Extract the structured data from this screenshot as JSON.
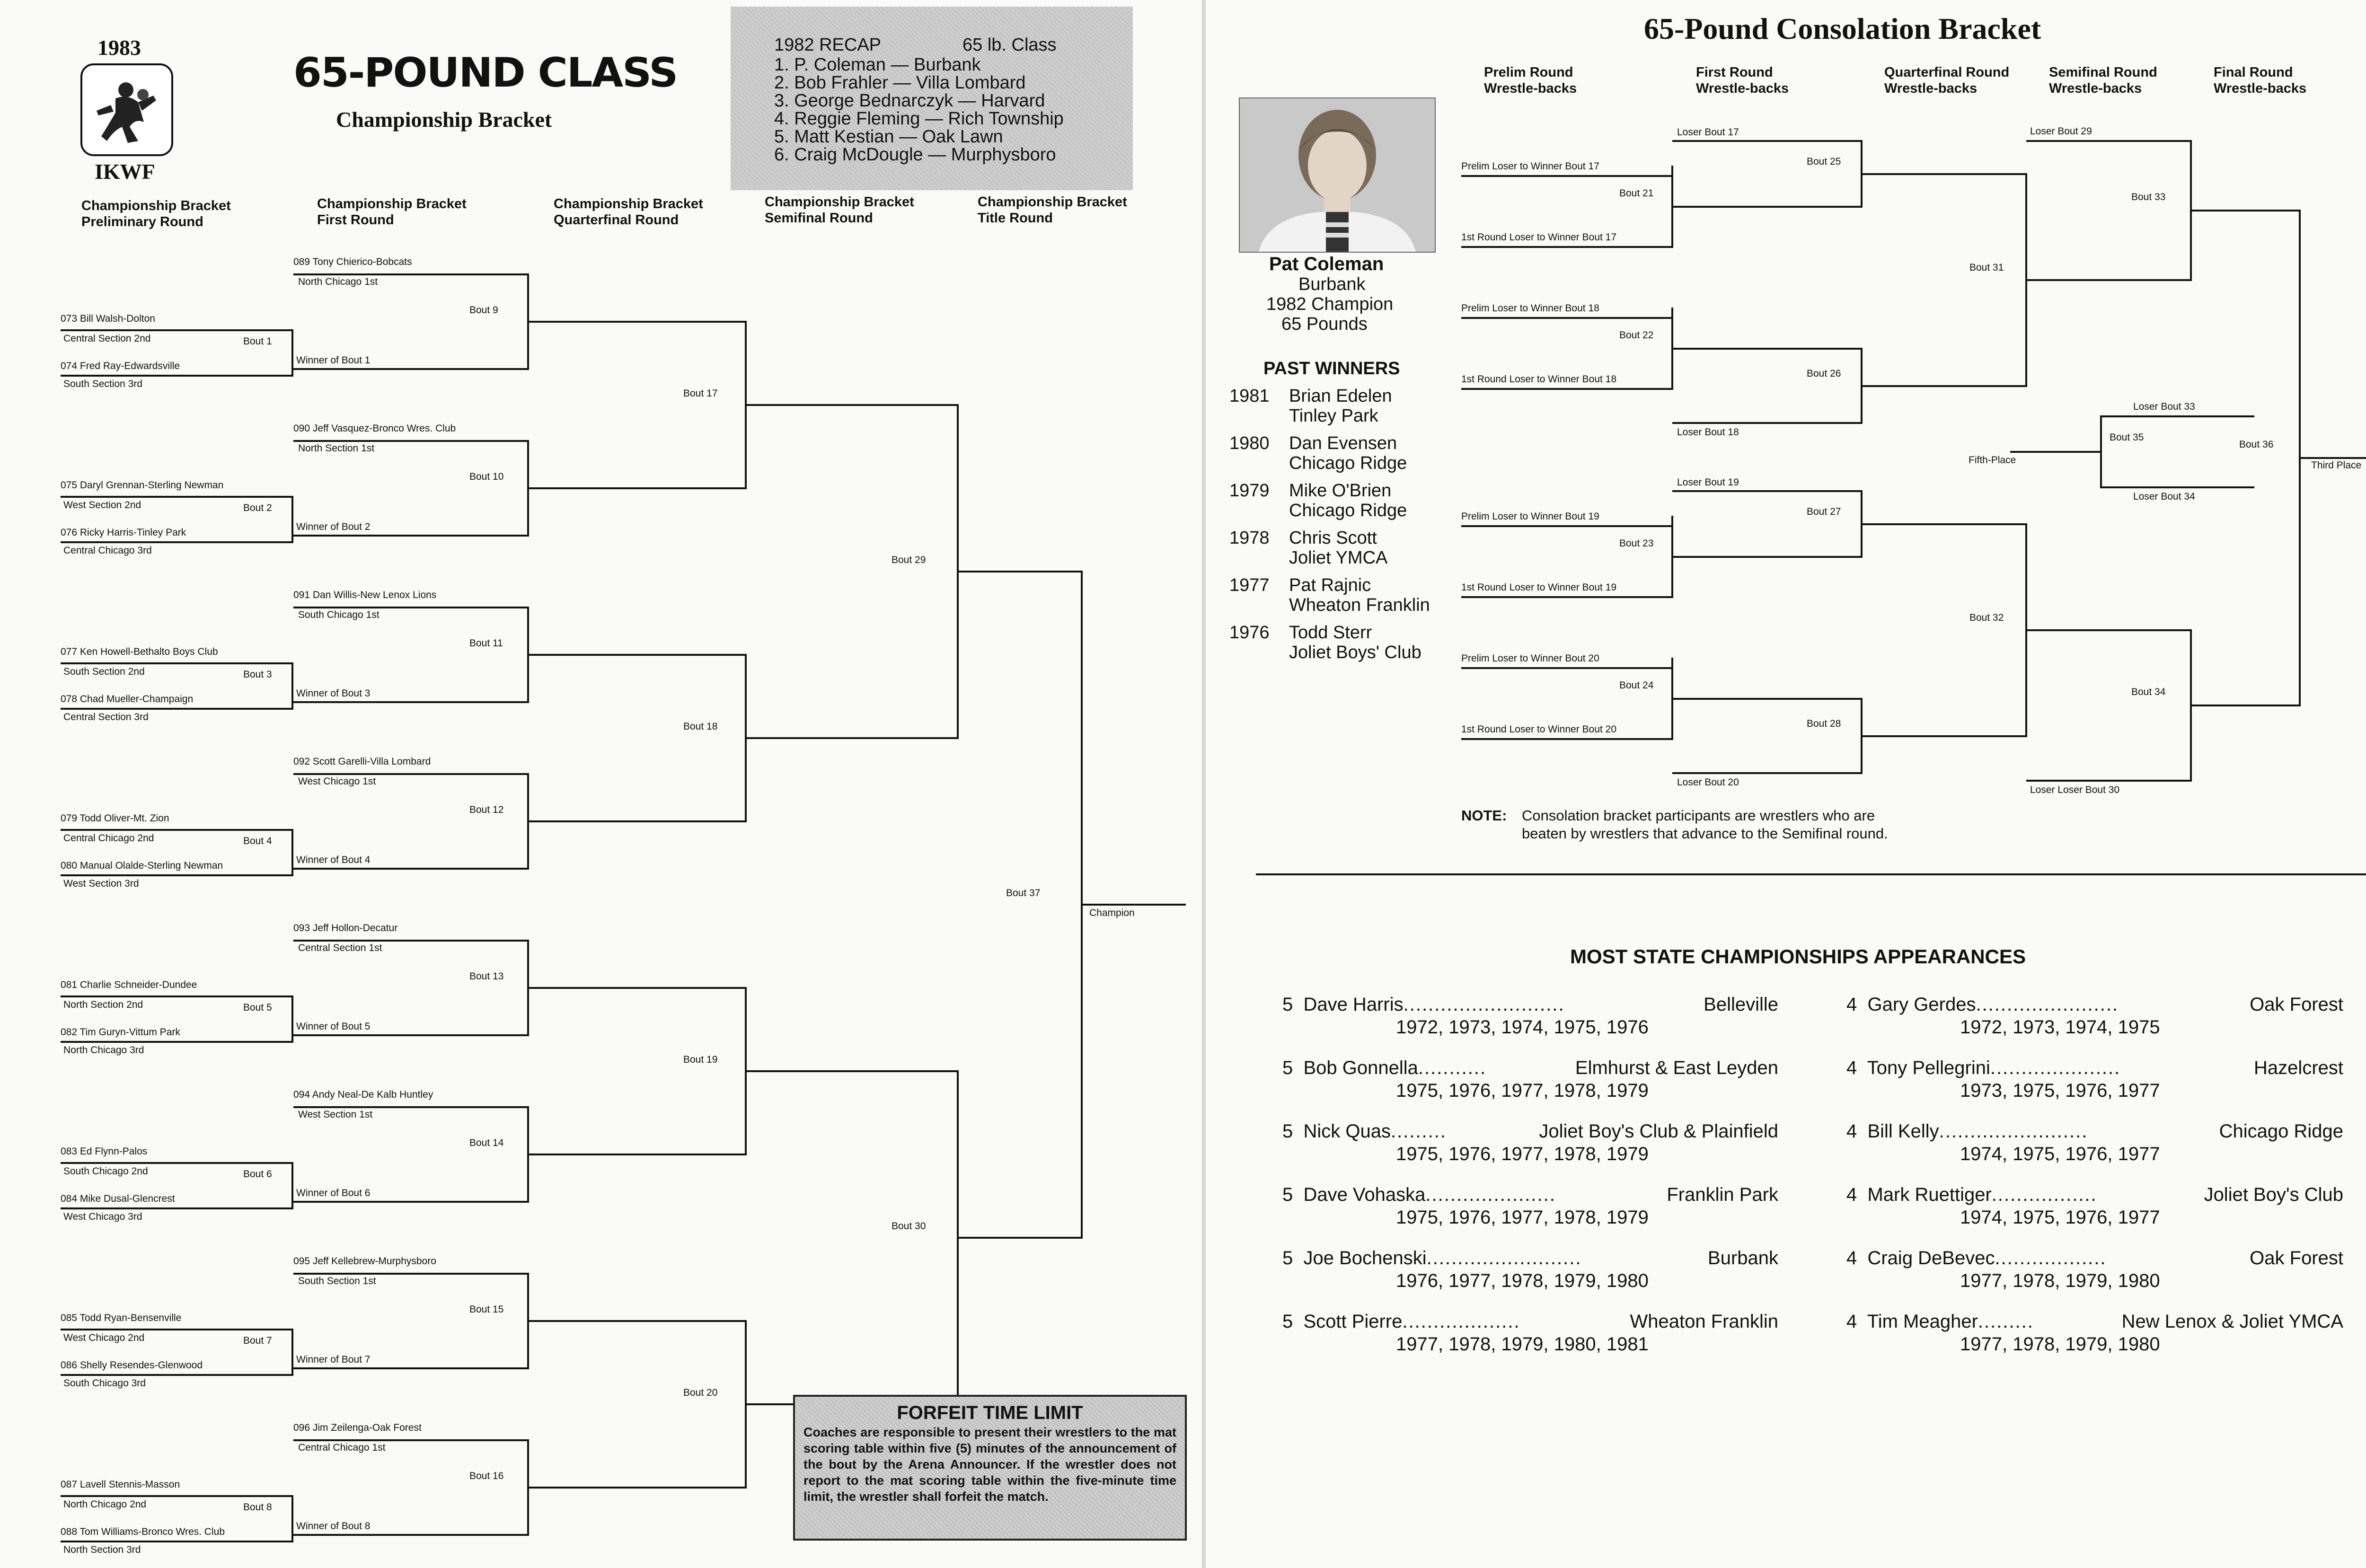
{
  "left": {
    "year": "1983",
    "org": "IKWF",
    "title": "65-POUND CLASS",
    "subtitle": "Championship Bracket",
    "recap": {
      "title": "1982 RECAP",
      "class": "65 lb. Class",
      "places": [
        "1. P. Coleman — Burbank",
        "2. Bob Frahler — Villa Lombard",
        "3. George Bednarczyk — Harvard",
        "4. Reggie Fleming — Rich Township",
        "5. Matt Kestian — Oak Lawn",
        "6. Craig McDougle — Murphysboro"
      ]
    },
    "round_headers": [
      [
        "Championship Bracket",
        "Preliminary Round"
      ],
      [
        "Championship Bracket",
        "First Round"
      ],
      [
        "Championship Bracket",
        "Quarterfinal Round"
      ],
      [
        "Championship Bracket",
        "Semifinal Round"
      ],
      [
        "Championship Bracket",
        "Title Round"
      ]
    ],
    "prelim": [
      {
        "a": "073 Bill Walsh-Dolton",
        "a2": "Central Section 2nd",
        "b": "074 Fred Ray-Edwardsville",
        "b2": "South Section 3rd",
        "bout": "Bout 1",
        "winner": "Winner of Bout 1"
      },
      {
        "a": "075 Daryl Grennan-Sterling Newman",
        "a2": "West Section 2nd",
        "b": "076 Ricky Harris-Tinley Park",
        "b2": "Central Chicago 3rd",
        "bout": "Bout 2",
        "winner": "Winner of Bout 2"
      },
      {
        "a": "077 Ken Howell-Bethalto Boys Club",
        "a2": "South Section 2nd",
        "b": "078 Chad Mueller-Champaign",
        "b2": "Central Section 3rd",
        "bout": "Bout 3",
        "winner": "Winner of Bout 3"
      },
      {
        "a": "079 Todd Oliver-Mt. Zion",
        "a2": "Central Chicago 2nd",
        "b": "080 Manual Olalde-Sterling Newman",
        "b2": "West Section 3rd",
        "bout": "Bout 4",
        "winner": "Winner of Bout 4"
      },
      {
        "a": "081 Charlie Schneider-Dundee",
        "a2": "North Section 2nd",
        "b": "082 Tim Guryn-Vittum Park",
        "b2": "North Chicago 3rd",
        "bout": "Bout 5",
        "winner": "Winner of Bout 5"
      },
      {
        "a": "083 Ed Flynn-Palos",
        "a2": "South Chicago 2nd",
        "b": "084 Mike Dusal-Glencrest",
        "b2": "West Chicago 3rd",
        "bout": "Bout 6",
        "winner": "Winner of Bout 6"
      },
      {
        "a": "085 Todd Ryan-Bensenville",
        "a2": "West Chicago 2nd",
        "b": "086 Shelly Resendes-Glenwood",
        "b2": "South Chicago 3rd",
        "bout": "Bout 7",
        "winner": "Winner of Bout 7"
      },
      {
        "a": "087 Lavell Stennis-Masson",
        "a2": "North Chicago 2nd",
        "b": "088 Tom Williams-Bronco Wres. Club",
        "b2": "North Section 3rd",
        "bout": "Bout 8",
        "winner": "Winner of Bout 8"
      }
    ],
    "seeds": [
      {
        "name": "089 Tony Chierico-Bobcats",
        "sub": "North Chicago 1st",
        "bout": "Bout 9"
      },
      {
        "name": "090 Jeff Vasquez-Bronco Wres. Club",
        "sub": "North Section 1st",
        "bout": "Bout 10"
      },
      {
        "name": "091 Dan Willis-New Lenox Lions",
        "sub": "South Chicago 1st",
        "bout": "Bout 11"
      },
      {
        "name": "092 Scott Garelli-Villa Lombard",
        "sub": "West Chicago 1st",
        "bout": "Bout 12"
      },
      {
        "name": "093 Jeff Hollon-Decatur",
        "sub": "Central Section 1st",
        "bout": "Bout 13"
      },
      {
        "name": "094 Andy Neal-De Kalb Huntley",
        "sub": "West Section 1st",
        "bout": "Bout 14"
      },
      {
        "name": "095 Jeff Kellebrew-Murphysboro",
        "sub": "South Section 1st",
        "bout": "Bout 15"
      },
      {
        "name": "096 Jim Zeilenga-Oak Forest",
        "sub": "Central Chicago 1st",
        "bout": "Bout 16"
      }
    ],
    "quarter_bouts": [
      "Bout 17",
      "Bout 18",
      "Bout 19",
      "Bout 20"
    ],
    "semi_bouts": [
      "Bout 29",
      "Bout 30"
    ],
    "final_bout": "Bout 37",
    "champion": "Champion",
    "forfeit": {
      "title": "FORFEIT TIME LIMIT",
      "body": "Coaches are responsible to present their wrestlers to the mat scoring table within five (5) minutes of the announcement of the bout by the Arena Announcer. If the wrestler does not report to the mat scoring table within the five-minute time limit, the wrestler shall forfeit the match."
    }
  },
  "right": {
    "title": "65-Pound Consolation Bracket",
    "col_headers": [
      [
        "Prelim Round",
        "Wrestle-backs"
      ],
      [
        "First Round",
        "Wrestle-backs"
      ],
      [
        "Quarterfinal Round",
        "Wrestle-backs"
      ],
      [
        "Semifinal Round",
        "Wrestle-backs"
      ],
      [
        "Final Round",
        "Wrestle-backs"
      ]
    ],
    "champion_box": {
      "name": "Pat Coleman",
      "club": "Burbank",
      "line": "1982 Champion",
      "weight": "65 Pounds"
    },
    "past_winners_title": "PAST WINNERS",
    "past_winners": [
      {
        "year": "1981",
        "name": "Brian Edelen",
        "club": "Tinley Park"
      },
      {
        "year": "1980",
        "name": "Dan Evensen",
        "club": "Chicago Ridge"
      },
      {
        "year": "1979",
        "name": "Mike O'Brien",
        "club": "Chicago Ridge"
      },
      {
        "year": "1978",
        "name": "Chris Scott",
        "club": "Joliet YMCA"
      },
      {
        "year": "1977",
        "name": "Pat Rajnic",
        "club": "Wheaton Franklin"
      },
      {
        "year": "1976",
        "name": "Todd Sterr",
        "club": "Joliet Boys' Club"
      }
    ],
    "groups": [
      {
        "top": "Prelim Loser to Winner Bout 17",
        "bout": "Bout 21",
        "bottom": "1st Round Loser to Winner Bout 17",
        "loser": "Loser Bout 17",
        "next": "Bout 25"
      },
      {
        "top": "Prelim Loser to Winner Bout 18",
        "bout": "Bout 22",
        "bottom": "1st Round Loser to Winner Bout 18",
        "loser": "Loser Bout 18",
        "next": "Bout 26"
      },
      {
        "top": "Prelim Loser to Winner Bout 19",
        "bout": "Bout 23",
        "bottom": "1st Round Loser to Winner Bout 19",
        "loser": "Loser Bout 19",
        "next": "Bout 27"
      },
      {
        "top": "Prelim Loser to Winner Bout 20",
        "bout": "Bout 24",
        "bottom": "1st Round Loser to Winner Bout 20",
        "loser": "Loser Bout 20",
        "next": "Bout 28"
      }
    ],
    "qf_bouts": [
      "Bout 31",
      "Bout 32"
    ],
    "semi_losers": [
      "Loser Bout 29",
      "Loser Loser Bout 30"
    ],
    "semi_bouts": [
      "Bout 33",
      "Bout 34"
    ],
    "fifth": {
      "top": "Loser Bout 33",
      "bout": "Bout 35",
      "bottom": "Loser Bout 34",
      "label": "Fifth-Place"
    },
    "third": {
      "bout": "Bout 36",
      "label": "Third Place"
    },
    "note_label": "NOTE:",
    "note_lines": [
      "Consolation bracket participants are wrestlers who are",
      "beaten by wrestlers that advance to the Semifinal round."
    ],
    "msa_title": "MOST STATE CHAMPIONSHIPS APPEARANCES",
    "msa_left": [
      {
        "name": "5  Dave Harris",
        "dots": "..........................",
        "club": "Belleville",
        "years": "1972, 1973, 1974, 1975, 1976"
      },
      {
        "name": "5  Bob Gonnella",
        "dots": "...........",
        "club": "Elmhurst & East Leyden",
        "years": "1975, 1976, 1977, 1978, 1979"
      },
      {
        "name": "5  Nick Quas",
        "dots": ".........",
        "club": "Joliet Boy's Club & Plainfield",
        "years": "1975, 1976, 1977, 1978, 1979"
      },
      {
        "name": "5  Dave Vohaska",
        "dots": ".....................",
        "club": "Franklin Park",
        "years": "1975, 1976, 1977, 1978, 1979"
      },
      {
        "name": "5  Joe Bochenski",
        "dots": ".........................",
        "club": "Burbank",
        "years": "1976, 1977, 1978, 1979, 1980"
      },
      {
        "name": "5  Scott Pierre",
        "dots": "...................",
        "club": "Wheaton Franklin",
        "years": "1977, 1978, 1979, 1980, 1981"
      }
    ],
    "msa_right": [
      {
        "name": "4  Gary Gerdes",
        "dots": ".......................",
        "club": "Oak Forest",
        "years": "1972, 1973, 1974, 1975"
      },
      {
        "name": "4  Tony Pellegrini",
        "dots": ".....................",
        "club": "Hazelcrest",
        "years": "1973, 1975, 1976, 1977"
      },
      {
        "name": "4  Bill Kelly",
        "dots": "........................",
        "club": "Chicago Ridge",
        "years": "1974, 1975, 1976, 1977"
      },
      {
        "name": "4  Mark Ruettiger",
        "dots": ".................",
        "club": "Joliet Boy's Club",
        "years": "1974, 1975, 1976, 1977"
      },
      {
        "name": "4  Craig DeBevec",
        "dots": "..................",
        "club": "Oak Forest",
        "years": "1977, 1978, 1979, 1980"
      },
      {
        "name": "4  Tim Meagher",
        "dots": ".........",
        "club": "New Lenox & Joliet YMCA",
        "years": "1977, 1978, 1979, 1980"
      }
    ]
  }
}
